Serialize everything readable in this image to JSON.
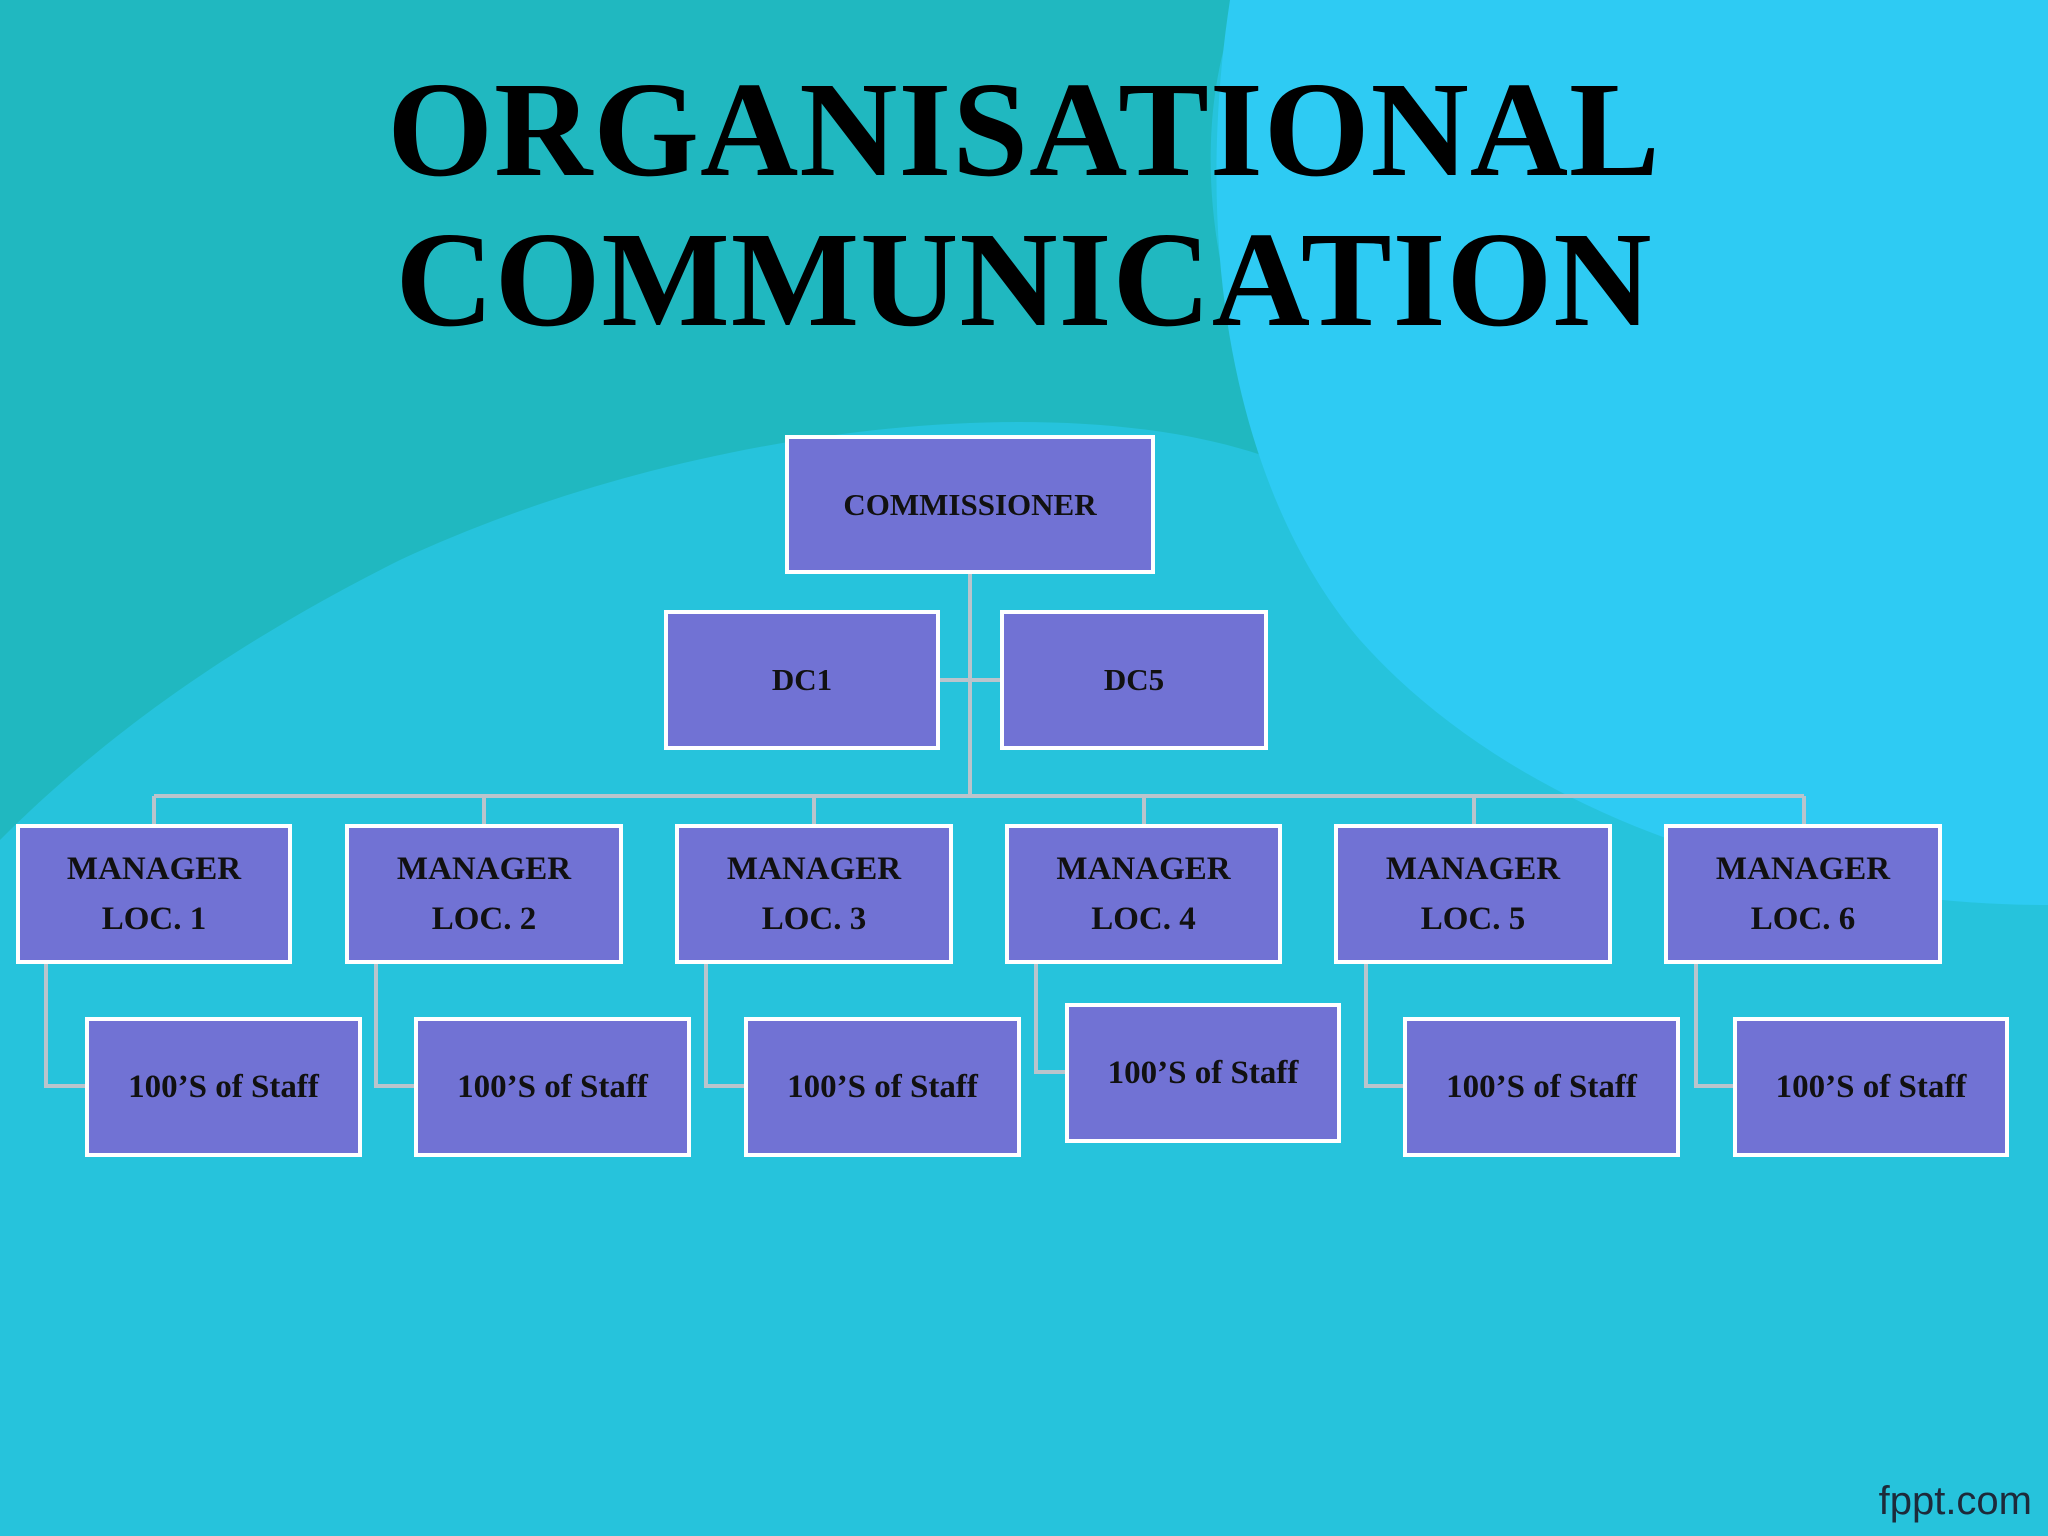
{
  "title_lines": [
    "ORGANISATIONAL",
    "COMMUNICATION"
  ],
  "chart": {
    "root": "COMMISSIONER",
    "deputies": [
      "DC1",
      "DC5"
    ],
    "managers": [
      {
        "line1": "MANAGER",
        "line2": "LOC. 1",
        "staff": "100’S of Staff"
      },
      {
        "line1": "MANAGER",
        "line2": "LOC. 2",
        "staff": "100’S of Staff"
      },
      {
        "line1": "MANAGER",
        "line2": "LOC. 3",
        "staff": "100’S of Staff"
      },
      {
        "line1": "MANAGER",
        "line2": "LOC. 4",
        "staff": "100’S of Staff"
      },
      {
        "line1": "MANAGER",
        "line2": "LOC. 5",
        "staff": "100’S of Staff"
      },
      {
        "line1": "MANAGER",
        "line2": "LOC. 6",
        "staff": "100’S of Staff"
      }
    ]
  },
  "watermark": "fppt.com",
  "colors": {
    "background": "#26c3dc",
    "background_left": "#20b8c0",
    "background_right": "#2ecbf3",
    "node_fill": "#7172d4",
    "node_border": "#ffffff",
    "connector": "#b9c4cc"
  }
}
